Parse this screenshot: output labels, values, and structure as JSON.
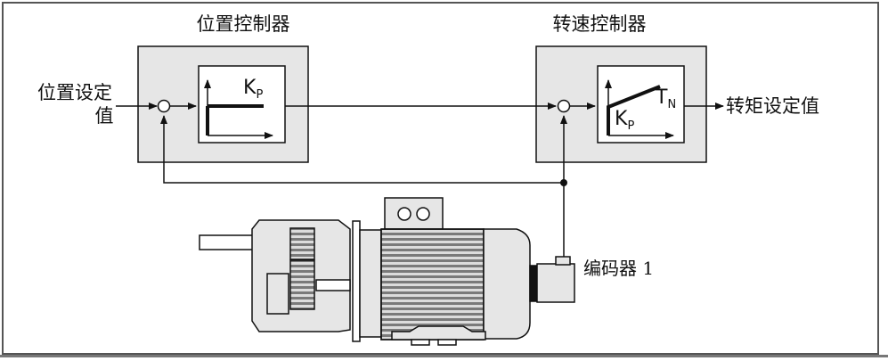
{
  "labels": {
    "position_controller": "位置控制器",
    "speed_controller": "转速控制器",
    "position_setpoint_line1": "位置设定",
    "position_setpoint_line2": "值",
    "torque_setpoint": "转矩设定值",
    "encoder": "编码器 1"
  },
  "symbols": {
    "kp_main": "K",
    "kp_sub": "P",
    "tn_main": "T",
    "tn_sub": "N"
  },
  "colors": {
    "block_fill": "#e6e6e6",
    "line": "#111111"
  }
}
